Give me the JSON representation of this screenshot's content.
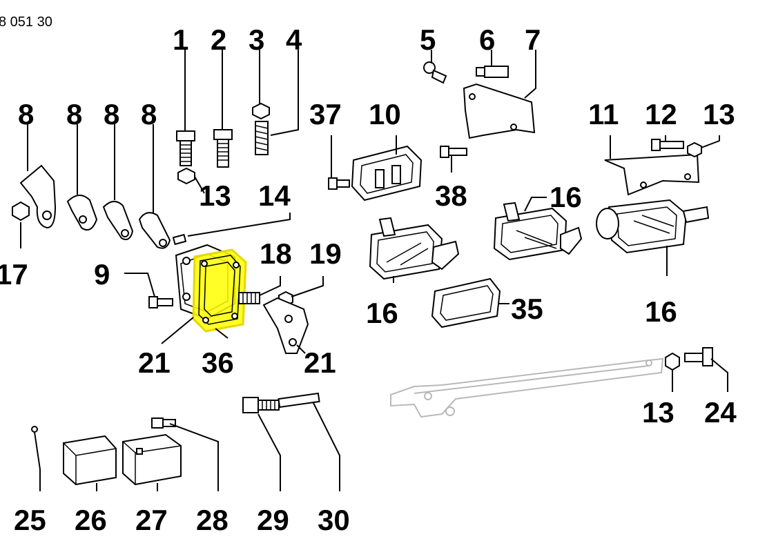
{
  "doc_number": "8 051 30",
  "highlight_color": "#ffff00",
  "callouts": {
    "c1": "1",
    "c2": "2",
    "c3": "3",
    "c4": "4",
    "c5": "5",
    "c6": "6",
    "c7": "7",
    "c8a": "8",
    "c8b": "8",
    "c8c": "8",
    "c8d": "8",
    "c9": "9",
    "c10": "10",
    "c11": "11",
    "c12": "12",
    "c13a": "13",
    "c13b": "13",
    "c13c": "13",
    "c14": "14",
    "c16a": "16",
    "c16b": "16",
    "c16c": "16",
    "c17": "17",
    "c18": "18",
    "c19": "19",
    "c21a": "21",
    "c21b": "21",
    "c24": "24",
    "c25": "25",
    "c26": "26",
    "c27": "27",
    "c28": "28",
    "c29": "29",
    "c30": "30",
    "c35": "35",
    "c36": "36",
    "c37": "37",
    "c38": "38"
  }
}
